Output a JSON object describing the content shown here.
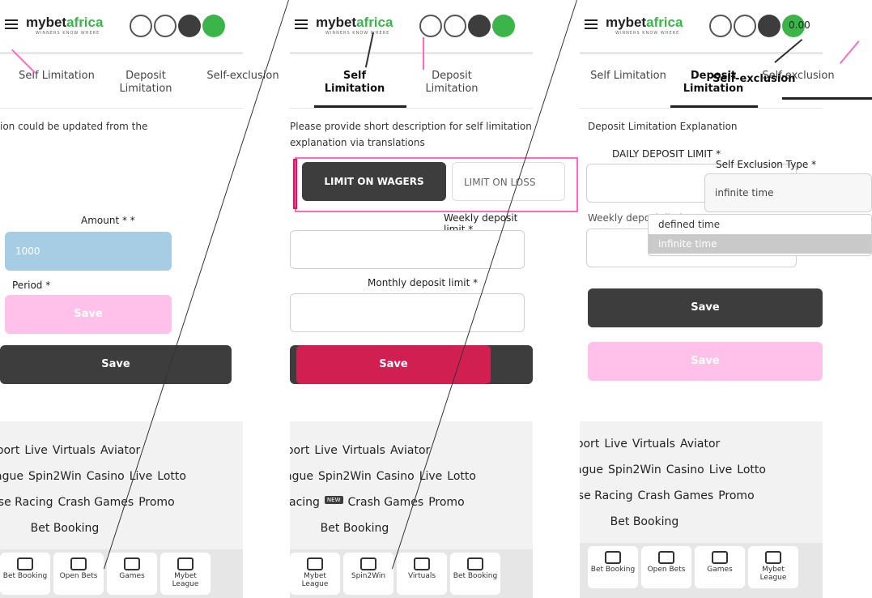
{
  "header": {
    "logo_main": "mybet",
    "logo_accent": "africa",
    "tagline": "WINNERS KNOW WHERE",
    "balance": "0.00",
    "icons": [
      "search-icon",
      "chat-icon",
      "wallet-icon",
      "user-icon",
      "deposit-icon"
    ]
  },
  "tabs": {
    "self_limitation": "Self Limitation",
    "deposit_limitation": "Deposit Limitation",
    "self_exclusion": "Self-exclusion"
  },
  "panel1": {
    "description": "ion could be updated from the",
    "seg_on": "LIMIT ON WAGERS",
    "seg_off": "LIMIT ON LOSS",
    "amount_label": "Amount * *",
    "amount_value": "1000",
    "period_label": "Period *",
    "save_label": "Save"
  },
  "panel2": {
    "description": "Please provide short description for self limitation explanation via translations",
    "daily_label": "DAILY DEPOSIT LIMIT *",
    "weekly_label": "Weekly deposit limit *",
    "monthly_label": "Monthly deposit limit *",
    "save_label": "Save"
  },
  "panel3": {
    "description": "Deposit Limitation Explanation",
    "excl_type_label": "Self Exclusion Type *",
    "excl_type_value": "infinite time",
    "options": [
      "defined time",
      "infinite time"
    ],
    "save_label": "Save"
  },
  "footer": {
    "row1": [
      "Sport",
      "Live",
      "Virtuals",
      "Aviator"
    ],
    "row2": [
      "Mybet League",
      "Spin2Win",
      "Casino",
      "Live",
      "Lotto"
    ],
    "row3": [
      "Horse Racing",
      "Crash Games",
      "Promo"
    ],
    "row4": "Bet Booking",
    "badge_new": "NEW"
  },
  "bottom_nav": [
    "Bet Booking",
    "Open Bets",
    "Games",
    "Mybet League",
    "Spin2Win",
    "Virtuals"
  ],
  "colors": {
    "accent_green": "#3bb54a",
    "dark": "#3d3d3d",
    "pink": "#ff69c4",
    "red": "#d21f52"
  }
}
